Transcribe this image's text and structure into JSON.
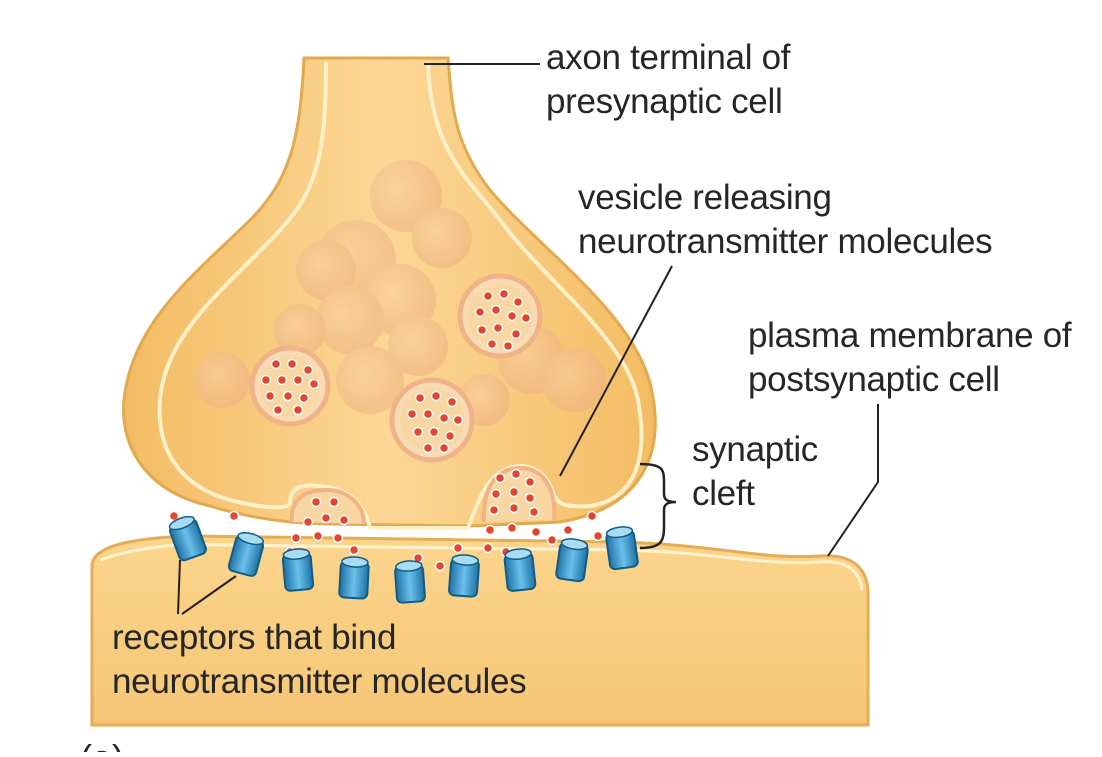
{
  "labels": {
    "axon_terminal": [
      "axon terminal of",
      "presynaptic cell"
    ],
    "vesicle": [
      "vesicle releasing",
      "neurotransmitter molecules"
    ],
    "plasma_membrane": [
      "plasma membrane of",
      "postsynaptic cell"
    ],
    "synaptic_cleft": [
      "synaptic",
      "cleft"
    ],
    "receptors": [
      "receptors that bind",
      "neurotransmitter molecules"
    ],
    "panel_letter": "(a)"
  },
  "colors": {
    "cell_fill": "#f7c97a",
    "cell_edge": "#e2a94e",
    "membrane_highlight": "#fff0c8",
    "vesicle_bg": "#f2b78d",
    "neurotransmitter": "#e2462f",
    "receptor": "#3f9fd1",
    "leader_line": "#222222"
  }
}
